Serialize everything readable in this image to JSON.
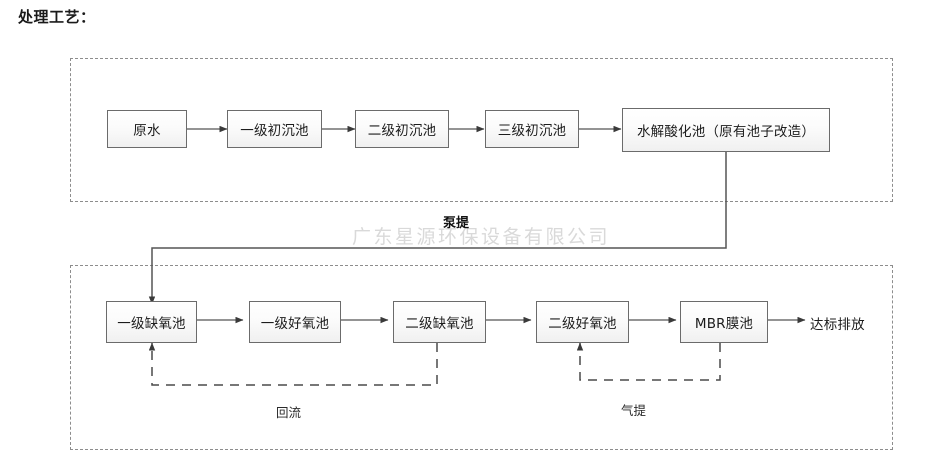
{
  "page": {
    "title": "处理工艺：",
    "watermark": "广东星源环保设备有限公司"
  },
  "diagram": {
    "type": "process-flowchart",
    "stage1": {
      "region_name": "pretreatment-region",
      "boxes": [
        {
          "id": "raw-water",
          "label": "原水"
        },
        {
          "id": "primary-settling-1",
          "label": "一级初沉池"
        },
        {
          "id": "primary-settling-2",
          "label": "二级初沉池"
        },
        {
          "id": "primary-settling-3",
          "label": "三级初沉池"
        },
        {
          "id": "hydrolysis-acidification",
          "label": "水解酸化池（原有池子改造）"
        }
      ]
    },
    "stage2": {
      "region_name": "biological-treatment-region",
      "boxes": [
        {
          "id": "anoxic-1",
          "label": "一级缺氧池"
        },
        {
          "id": "aerobic-1",
          "label": "一级好氧池"
        },
        {
          "id": "anoxic-2",
          "label": "二级缺氧池"
        },
        {
          "id": "aerobic-2",
          "label": "二级好氧池"
        },
        {
          "id": "mbr-membrane",
          "label": "MBR膜池"
        }
      ],
      "outlet": {
        "id": "compliant-discharge",
        "label": "达标排放"
      }
    },
    "connector_labels": {
      "pump_lift": "泵提",
      "return_sludge": "回流",
      "air_lift": "气提"
    }
  },
  "colors": {
    "box_border": "#6b6b6b",
    "box_fill": "#f2f2f2",
    "dashed_region": "#8d8d8d",
    "line": "#555555",
    "text": "#1c1c1c",
    "watermark": "#d9d9d9"
  }
}
